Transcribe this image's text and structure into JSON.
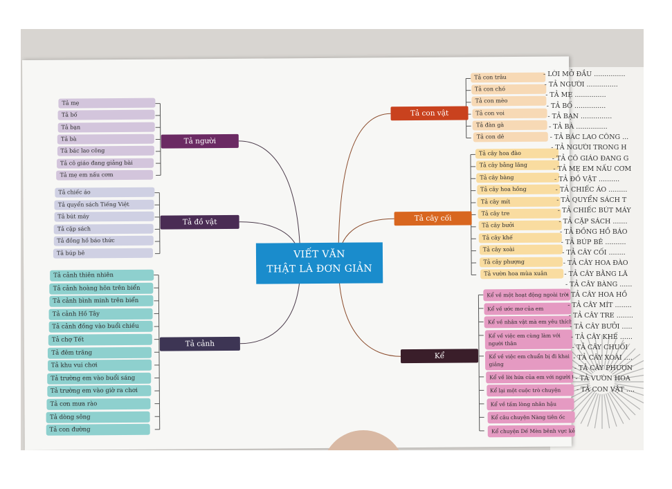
{
  "center_title": {
    "line1": "VIẾT VĂN",
    "line2": "THẬT LÀ ĐƠN GIẢN"
  },
  "colors": {
    "center": "#1a8ccc",
    "ta_nguoi_branch": "#6b2a63",
    "ta_nguoi_chip": "#d3c5dc",
    "ta_do_vat_branch": "#4a2c54",
    "ta_do_vat_chip": "#cfd0e3",
    "ta_canh_branch": "#3d3554",
    "ta_canh_chip": "#8ed0ce",
    "ta_con_vat_branch": "#c9421e",
    "ta_con_vat_chip": "#f7d9b5",
    "ta_cay_coi_branch": "#d8661f",
    "ta_cay_coi_chip": "#f9dca0",
    "ke_branch": "#3a1e2a",
    "ke_chip": "#e59ac2"
  },
  "branches": {
    "ta_nguoi": {
      "label": "Tả người",
      "items": [
        "Tả mẹ",
        "Tả bố",
        "Tả bạn",
        "Tả bà",
        "Tả bác lao công",
        "Tả cô giáo đang giảng bài",
        "Tả mẹ em nấu cơm"
      ]
    },
    "ta_do_vat": {
      "label": "Tả đồ vật",
      "items": [
        "Tả chiếc áo",
        "Tả quyển sách Tiếng Việt",
        "Tả bút máy",
        "Tả cặp sách",
        "Tả đồng hồ báo thức",
        "Tả búp bê"
      ]
    },
    "ta_canh": {
      "label": "Tả cảnh",
      "items": [
        "Tả cảnh thiên nhiên",
        "Tả cảnh hoàng hôn trên biển",
        "Tả cảnh bình minh trên biển",
        "Tả cảnh Hồ Tây",
        "Tả cảnh đồng vào buổi chiều",
        "Tả chợ Tết",
        "Tả đêm trăng",
        "Tả khu vui chơi",
        "Tả trường em vào buổi sáng",
        "Tả trường em vào giờ ra chơi",
        "Tả cơn mưa rào",
        "Tả dòng sông",
        "Tả con đường"
      ]
    },
    "ta_con_vat": {
      "label": "Tả con vật",
      "items": [
        "Tả con trâu",
        "Tả con chó",
        "Tả con mèo",
        "Tả con voi",
        "Tả đàn gà",
        "Tả con dê"
      ]
    },
    "ta_cay_coi": {
      "label": "Tả cây cối",
      "items": [
        "Tả cây hoa đào",
        "Tả cây bằng lăng",
        "Tả cây bàng",
        "Tả cây hoa hồng",
        "Tả cây mít",
        "Tả cây tre",
        "Tả cây bưởi",
        "Tả cây khế",
        "Tả cây xoài",
        "Tả cây phượng",
        "Tả vườn hoa mùa xuân"
      ]
    },
    "ke": {
      "label": "Kể",
      "items": [
        "Kể về một hoạt động ngoài trời",
        "Kể về ước mơ của em",
        "Kể về nhân vật mà em yêu thích",
        "Kể về việc em cùng làm với người thân",
        "Kể về việc em chuẩn bị đi khai giảng",
        "Kể về lời hứa của em với người thân",
        "Kể lại một cuộc trò chuyện",
        "Kể về tấm lòng nhân hậu",
        "Kể câu chuyện Nàng tiên ốc",
        "Kể chuyện Dế Mèn bênh vực kẻ yếu"
      ]
    }
  },
  "toc": [
    "- LỜI MỞ ĐẦU ...............",
    "- TẢ NGƯỜI ...............",
    "- TẢ MẸ ...............",
    "- TẢ BỐ ...............",
    "- TẢ BẠN ...............",
    "- TẢ BÀ ...............",
    "- TẢ BÁC LAO CÔNG ...",
    "- TẢ NGƯỜI TRONG H",
    "- TẢ CÔ GIÁO ĐANG G",
    "- TẢ MẸ EM NẤU CƠM",
    "- TẢ ĐỒ VẬT ..........",
    "- TẢ CHIẾC ÁO .........",
    "- TẢ QUYỂN SÁCH T",
    "- TẢ CHIẾC BÚT MÁY",
    "- TẢ CẶP SÁCH .......",
    "- TẢ ĐỒNG HỒ BÁO",
    "- TẢ BÚP BÊ ..........",
    "- TẢ CÂY CỐI ........",
    "- TẢ CÂY HOA ĐÀO",
    "- TẢ CÂY BẰNG LĂ",
    "- TẢ CÂY BÀNG ......",
    "- TẢ CÂY HOA HỒ",
    "- TẢ CÂY MÍT ........",
    "- TẢ CÂY TRE ........",
    "- TẢ CÂY BƯỞI .....",
    "- TẢ CÂY KHẾ ......",
    "- TẢ CÂY CHUỐI",
    "- TẢ CÂY XOÀI ....",
    "- TẢ CÂY PHƯỢN",
    "- TẢ VƯỜN HOA",
    "- TẢ CON VẬT ...."
  ]
}
